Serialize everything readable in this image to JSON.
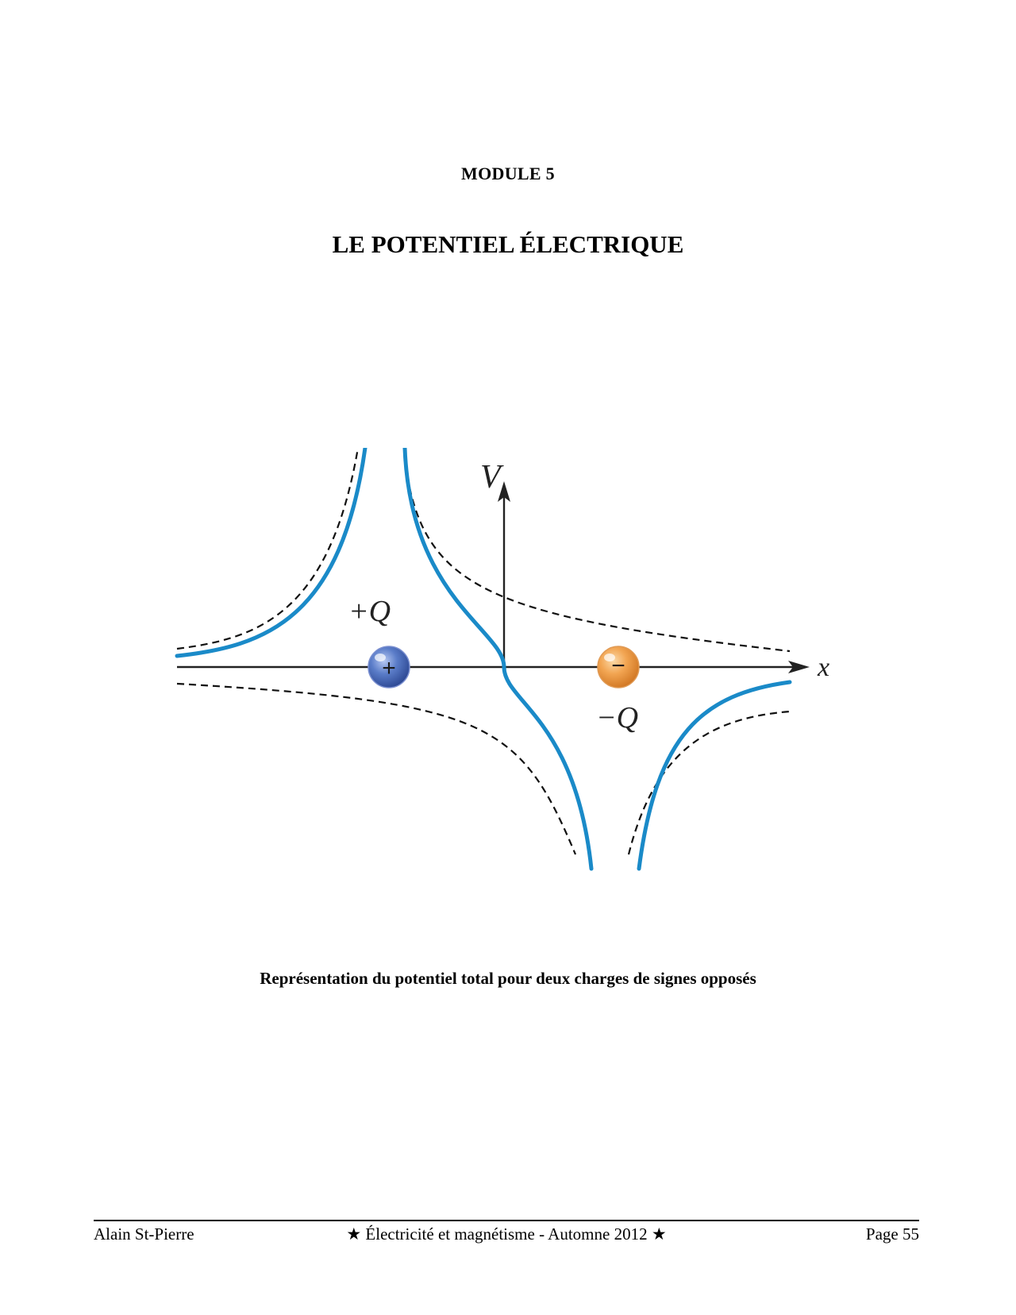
{
  "header": {
    "module": "MODULE 5",
    "title": "LE POTENTIEL ÉLECTRIQUE"
  },
  "figure": {
    "axis_x_label": "x",
    "axis_y_label": "V",
    "positive_charge_label": "+Q",
    "negative_charge_label": "−Q",
    "positive_sign": "+",
    "negative_sign": "−",
    "colors": {
      "total_potential_curve": "#1a8ac8",
      "individual_potential_curve": "#111111",
      "positive_charge": "#4a6fc0",
      "negative_charge": "#f0a050"
    },
    "caption": "Représentation du potentiel total pour deux charges de signes opposés"
  },
  "footer": {
    "author": "Alain St-Pierre",
    "course": "★ Électricité et magnétisme - Automne 2012 ★",
    "page": "Page 55"
  }
}
